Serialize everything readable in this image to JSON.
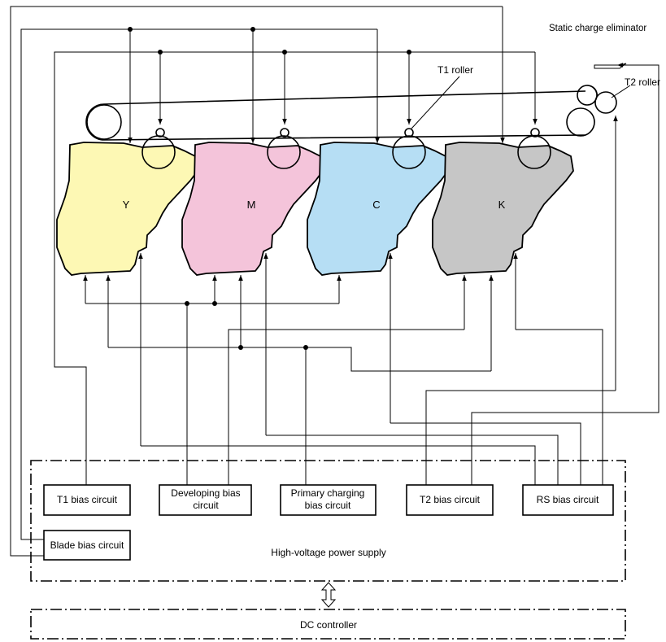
{
  "diagram": {
    "labels": {
      "static_charge_eliminator": "Static charge eliminator",
      "t1_roller": "T1 roller",
      "t2_roller": "T2 roller",
      "high_voltage_power_supply": "High-voltage power supply",
      "dc_controller": "DC controller"
    },
    "cartridges": [
      {
        "label": "Y",
        "color": "#fdf8b4"
      },
      {
        "label": "M",
        "color": "#f4c4da"
      },
      {
        "label": "C",
        "color": "#b6def4"
      },
      {
        "label": "K",
        "color": "#c6c6c6"
      }
    ],
    "circuits": {
      "t1": [
        "T1 bias circuit"
      ],
      "developing": [
        "Developing bias",
        "circuit"
      ],
      "primary": [
        "Primary charging",
        "bias circuit"
      ],
      "t2": [
        "T2 bias circuit"
      ],
      "rs": [
        "RS bias circuit"
      ],
      "blade": [
        "Blade bias circuit"
      ]
    }
  }
}
